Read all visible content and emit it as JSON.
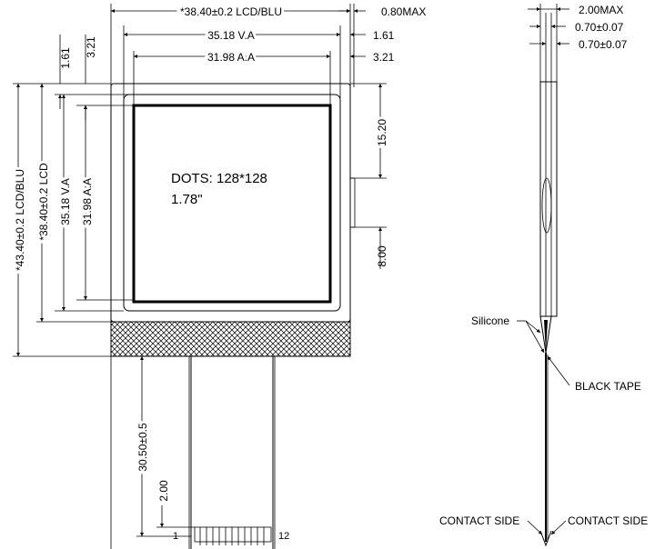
{
  "front_view": {
    "dim_lcd_blu_width": "*38.40±0.2 LCD/BLU",
    "dim_max_right": "0.80MAX",
    "dim_va_width": "35.18 V.A",
    "dim_va_offset": "1.61",
    "dim_aa_width": "31.98 A.A",
    "dim_aa_offset": "3.21",
    "dim_top_161": "1.61",
    "dim_top_321": "3.21",
    "dim_overall_height": "*43.40±0.2 LCD/BLU",
    "dim_lcd_height": "*38.40±0.2 LCD",
    "dim_va_height": "35.18 V.A",
    "dim_aa_height": "31.98 A.A",
    "dim_1520": "15.20",
    "dim_800": "8.00",
    "dots_label": "DOTS: 128*128",
    "size_label": "1.78\"",
    "dim_fpc_length": "30.50±0.5",
    "dim_pad_200": "2.00",
    "pin_first": "1",
    "pin_last": "12"
  },
  "side_view": {
    "dim_200max": "2.00MAX",
    "dim_070_a": "0.70±0.07",
    "dim_070_b": "0.70±0.07",
    "label_silicone": "Silicone",
    "label_black_tape": "BLACK TAPE",
    "label_contact_left": "CONTACT SIDE",
    "label_contact_right": "CONTACT SIDE"
  }
}
